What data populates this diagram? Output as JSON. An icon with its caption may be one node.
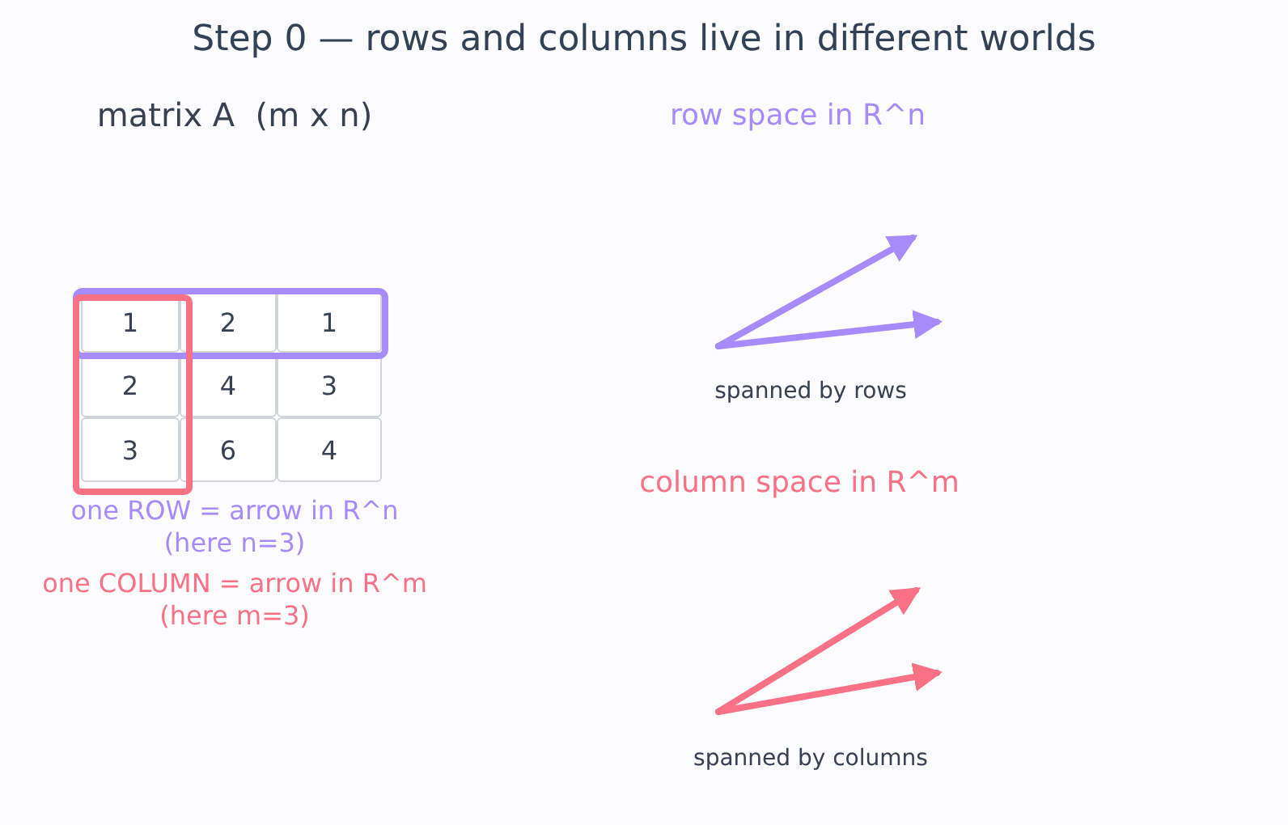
{
  "diagram": {
    "title": "Step 0 — rows and columns live in different worlds",
    "nodes": [
      {
        "text": [
          "1"
        ]
      },
      {
        "text": [
          "2"
        ]
      },
      {
        "text": [
          "1"
        ]
      },
      {
        "text": [
          "2"
        ]
      },
      {
        "text": [
          "4"
        ]
      },
      {
        "text": [
          "3"
        ]
      },
      {
        "text": [
          "3"
        ]
      },
      {
        "text": [
          "6"
        ]
      },
      {
        "text": [
          "4"
        ]
      }
    ],
    "labels": [
      "matrix A  (m x n)",
      "row space in R^n",
      "spanned by rows",
      "column space in R^m",
      "spanned by columns",
      "one ROW = arrow in R^n (here n=3)",
      "one COLUMN = arrow in R^m (here m=3)"
    ]
  }
}
